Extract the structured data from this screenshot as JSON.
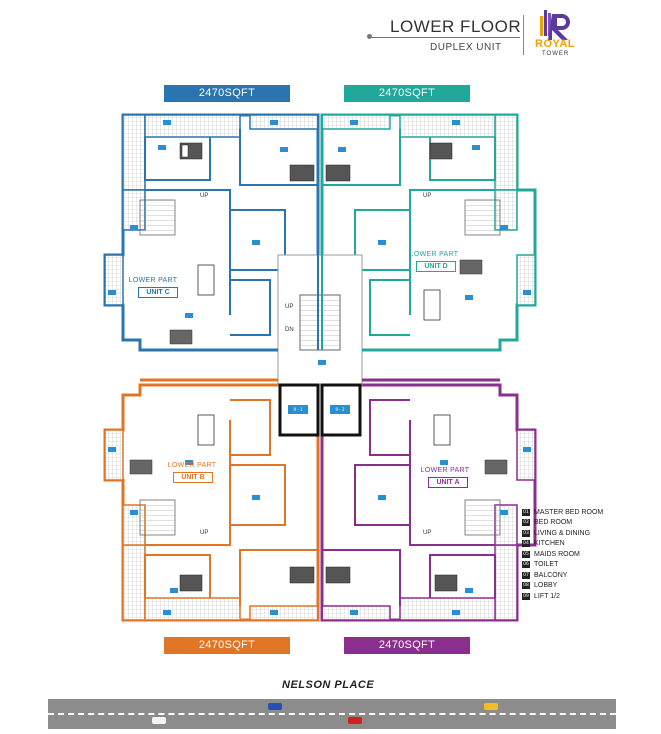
{
  "header": {
    "title": "LOWER FLOOR",
    "subtitle": "DUPLEX UNIT"
  },
  "logo": {
    "name": "ROYAL",
    "sub": "TOWER",
    "letter": "R",
    "icon": "royal-tower-logo-icon"
  },
  "colors": {
    "unit_a": "#8b2f8e",
    "unit_b": "#e07526",
    "unit_c": "#2a74b0",
    "unit_d": "#21a89a",
    "core": "#111111",
    "logo_gold": "#f0a000",
    "logo_purple": "#5b3a9b"
  },
  "units": {
    "c": {
      "area": "2470SQFT",
      "part": "LOWER PART",
      "name": "UNIT C"
    },
    "d": {
      "area": "2470SQFT",
      "part": "LOWER PART",
      "name": "UNIT D"
    },
    "b": {
      "area": "2470SQFT",
      "part": "LOWER PART",
      "name": "UNIT B"
    },
    "a": {
      "area": "2470SQFT",
      "part": "LOWER PART",
      "name": "UNIT A"
    }
  },
  "stairs": {
    "up": "UP",
    "dn": "DN"
  },
  "lifts": {
    "lift1": "9 - 1",
    "lift2": "9 - 2"
  },
  "legend": [
    {
      "num": "01",
      "label": "MASTER BED ROOM"
    },
    {
      "num": "02",
      "label": "BED ROOM"
    },
    {
      "num": "03",
      "label": "LIVING & DINING"
    },
    {
      "num": "04",
      "label": "KITCHEN"
    },
    {
      "num": "05",
      "label": "MAIDS ROOM"
    },
    {
      "num": "06",
      "label": "TOILET"
    },
    {
      "num": "07",
      "label": "BALCONY"
    },
    {
      "num": "08",
      "label": "LOBBY"
    },
    {
      "num": "09",
      "label": "LIFT 1/2"
    }
  ],
  "street": {
    "name": "NELSON PLACE"
  }
}
